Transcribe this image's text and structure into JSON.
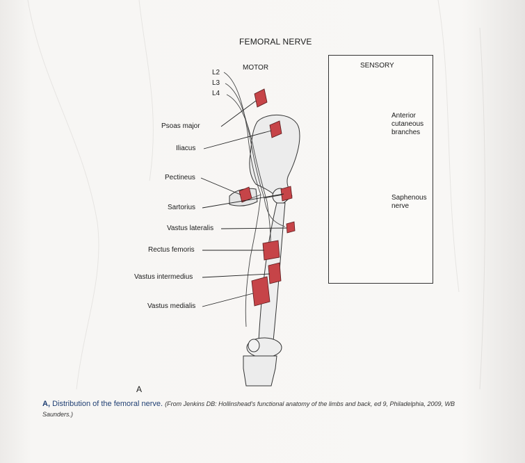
{
  "figure": {
    "title": "FEMORAL NERVE",
    "panel_letter": "A"
  },
  "motor": {
    "heading": "MOTOR",
    "roots": [
      "L2",
      "L3",
      "L4"
    ],
    "muscles": [
      {
        "label": "Psoas major"
      },
      {
        "label": "Iliacus"
      },
      {
        "label": "Pectineus"
      },
      {
        "label": "Sartorius"
      },
      {
        "label": "Vastus lateralis"
      },
      {
        "label": "Rectus femoris"
      },
      {
        "label": "Vastus intermedius"
      },
      {
        "label": "Vastus medialis"
      }
    ]
  },
  "sensory": {
    "heading": "SENSORY",
    "labels": [
      {
        "lines": [
          "Anterior",
          "cutaneous",
          "branches"
        ]
      },
      {
        "lines": [
          "Saphenous",
          "nerve"
        ]
      }
    ]
  },
  "caption": {
    "lead": "A,",
    "main": "Distribution of the femoral nerve.",
    "citation_1": "(From Jenkins DB: Hollinshead's functional anatomy of the limbs and back, ed 9, Philadelphia, 2009, WB",
    "citation_2": "Saunders.)"
  },
  "colors": {
    "muscle_red": "#c64448",
    "sensory_red": "#c13d41",
    "saphenous_pink": "#e79a9a",
    "caption_blue": "#1f3f73"
  }
}
